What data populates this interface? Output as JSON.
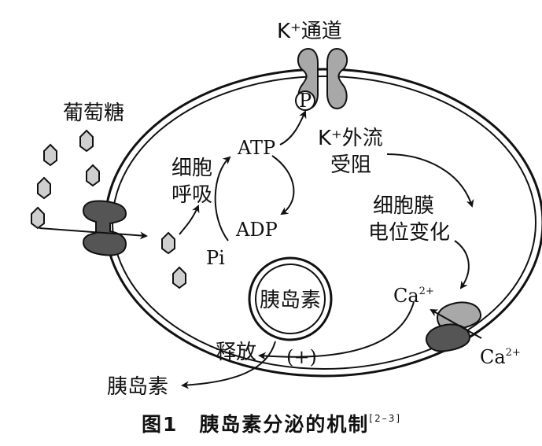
{
  "labels": {
    "k_channel": "K⁺通道",
    "glucose": "葡萄糖",
    "atp": "ATP",
    "adp": "ADP",
    "pi": "Pi",
    "p_group": "P",
    "resp_line1": "细胞",
    "resp_line2": "呼吸",
    "k_efflux_line1": "K⁺外流",
    "k_efflux_line2": "受阻",
    "membrane_line1": "细胞膜",
    "membrane_line2": "电位变化",
    "ca_inside": "Ca",
    "ca_inside_sup": "2+",
    "ca_outside": "Ca",
    "ca_outside_sup": "2+",
    "insulin_vesicle": "胰岛素",
    "release": "释放",
    "plus": "(+)",
    "insulin_out": "胰岛素"
  },
  "caption": {
    "text": "图1　胰岛素分泌的机制",
    "ref": "[2–3]"
  },
  "colors": {
    "stroke": "#111111",
    "channel_dark": "#555555",
    "channel_light": "#a8a8a8",
    "glucose_fill": "#cfcfcf"
  }
}
